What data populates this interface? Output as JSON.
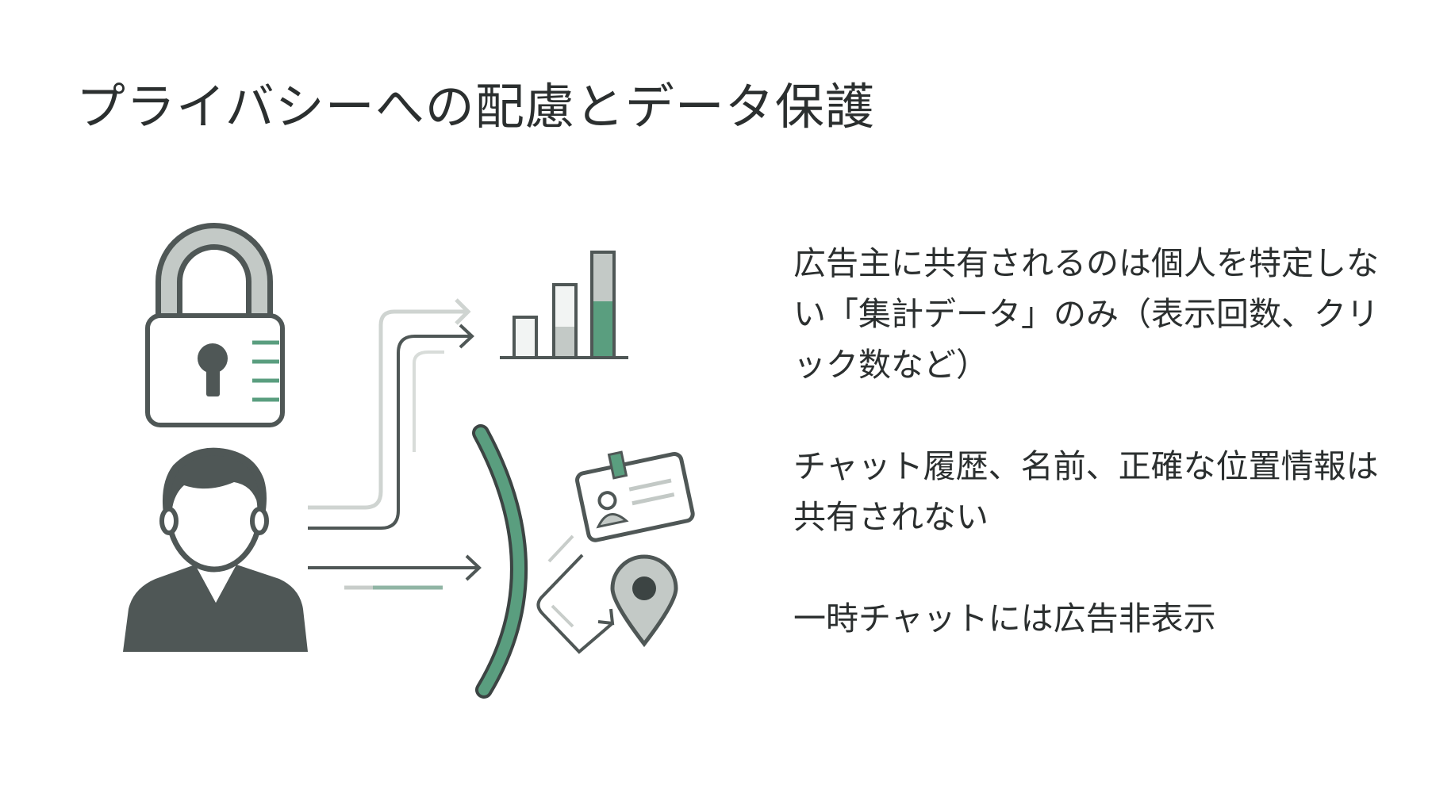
{
  "slide": {
    "title": "プライバシーへの配慮とデータ保護",
    "bullets": [
      "広告主に共有されるのは個人を特定しない「集計データ」のみ（表示回数、クリック数など）",
      "チャット履歴、名前、正確な位置情報は共有されない",
      "一時チャットには広告非表示"
    ]
  },
  "icons": [
    "padlock-icon",
    "person-icon",
    "bar-chart-icon",
    "id-card-icon",
    "location-pin-icon",
    "privacy-shield-curve"
  ],
  "colors": {
    "dark": "#4f5756",
    "green": "#5a9e7f",
    "light_gray": "#cdd2cf",
    "text": "#2b2f2f"
  }
}
